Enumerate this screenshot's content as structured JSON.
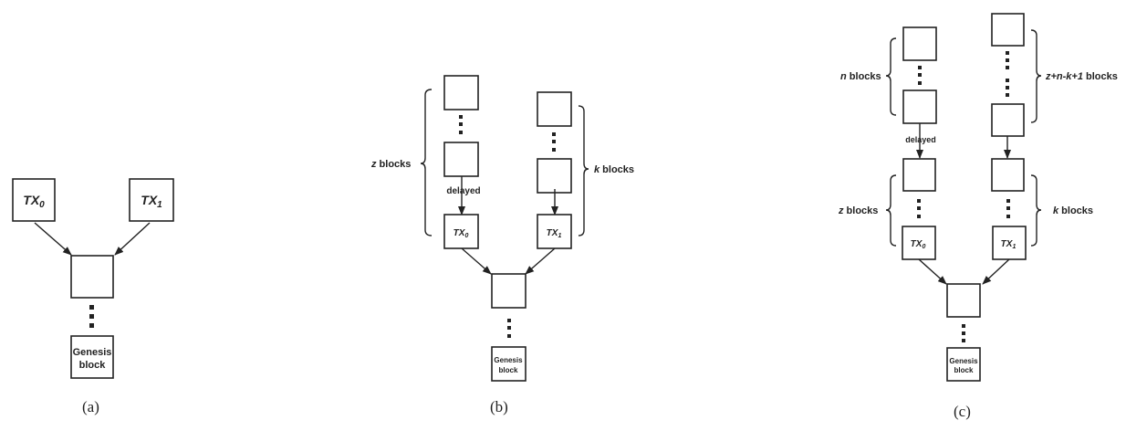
{
  "panels": {
    "a": {
      "caption": "(a)",
      "tx0": {
        "base": "TX",
        "sub": "0"
      },
      "tx1": {
        "base": "TX",
        "sub": "1"
      },
      "genesis_line1": "Genesis",
      "genesis_line2": "block"
    },
    "b": {
      "caption": "(b)",
      "left_brace_var": "z",
      "left_brace_text": " blocks",
      "right_brace_var": "k",
      "right_brace_text": " blocks",
      "delayed_label": "delayed",
      "tx0": {
        "base": "TX",
        "sub": "0"
      },
      "tx1": {
        "base": "TX",
        "sub": "1"
      },
      "genesis_line1": "Genesis",
      "genesis_line2": "block"
    },
    "c": {
      "caption": "(c)",
      "top_left_brace_var": "n",
      "top_left_brace_text": " blocks",
      "top_right_brace_var": "z+n-k+1",
      "top_right_brace_text": " blocks",
      "bottom_left_brace_var": "z",
      "bottom_left_brace_text": " blocks",
      "bottom_right_brace_var": "k",
      "bottom_right_brace_text": " blocks",
      "delayed_label": "delayed",
      "tx0": {
        "base": "TX",
        "sub": "0"
      },
      "tx1": {
        "base": "TX",
        "sub": "1"
      },
      "genesis_line1": "Genesis",
      "genesis_line2": "block"
    }
  }
}
